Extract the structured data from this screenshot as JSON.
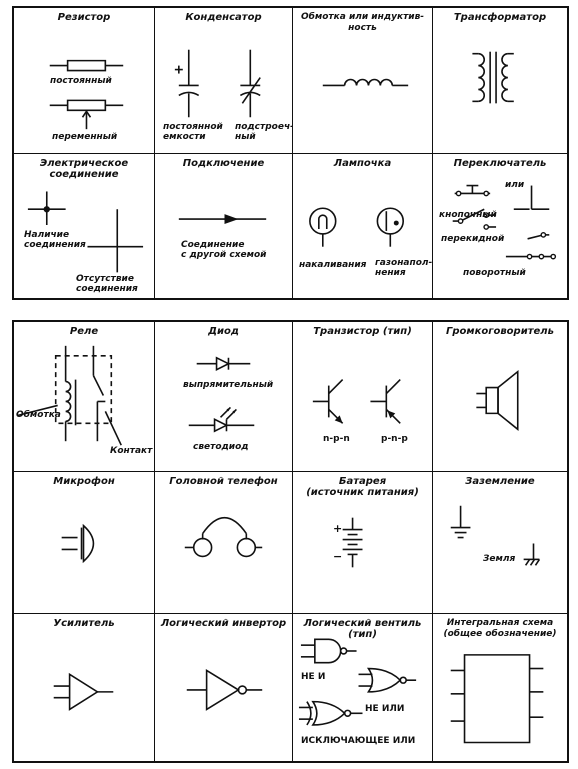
{
  "cells": {
    "resistor": {
      "title": "Резистор",
      "fixed": "постоянный",
      "variable": "переменный"
    },
    "capacitor": {
      "title": "Конденсатор",
      "fixed": "постоянной\nемкости",
      "trimmer": "подстроеч-\nный"
    },
    "inductor": {
      "title": "Обмотка или индуктив-\nность"
    },
    "transformer": {
      "title": "Трансформатор"
    },
    "connection": {
      "title": "Электрическое соединение",
      "present": "Наличие\nсоединения",
      "absent": "Отсутствие\nсоединения"
    },
    "link": {
      "title": "Подключение",
      "other": "Соединение\nс другой схемой"
    },
    "lamp": {
      "title": "Лампочка",
      "incandescent": "накаливания",
      "neon": "газонапол-\nнения"
    },
    "switch": {
      "title": "Переключатель",
      "or": "или",
      "push": "кнопочный",
      "toggle": "перекидной",
      "rotary": "поворотный"
    },
    "relay": {
      "title": "Реле",
      "coil": "Обмотка",
      "contact": "Контакт"
    },
    "diode": {
      "title": "Диод",
      "rectifier": "выпрямительный",
      "led": "светодиод"
    },
    "transistor": {
      "title": "Транзистор (тип)",
      "npn": "n-p-n",
      "pnp": "p-n-p"
    },
    "speaker": {
      "title": "Громкоговоритель"
    },
    "microphone": {
      "title": "Микрофон"
    },
    "headphone": {
      "title": "Головной телефон"
    },
    "battery": {
      "title": "Батарея\n(источник питания)",
      "plus": "+",
      "minus": "−"
    },
    "ground": {
      "title": "Заземление",
      "earth": "Земля"
    },
    "amplifier": {
      "title": "Усилитель"
    },
    "inverter": {
      "title": "Логический инвертор"
    },
    "gates": {
      "title": "Логический вентиль\n(тип)",
      "nand": "НЕ И",
      "nor": "НЕ ИЛИ",
      "xor": "ИСКЛЮЧАЮЩЕЕ ИЛИ"
    },
    "ic": {
      "title": "Интегральная схема\n(общее обозначение)"
    }
  }
}
